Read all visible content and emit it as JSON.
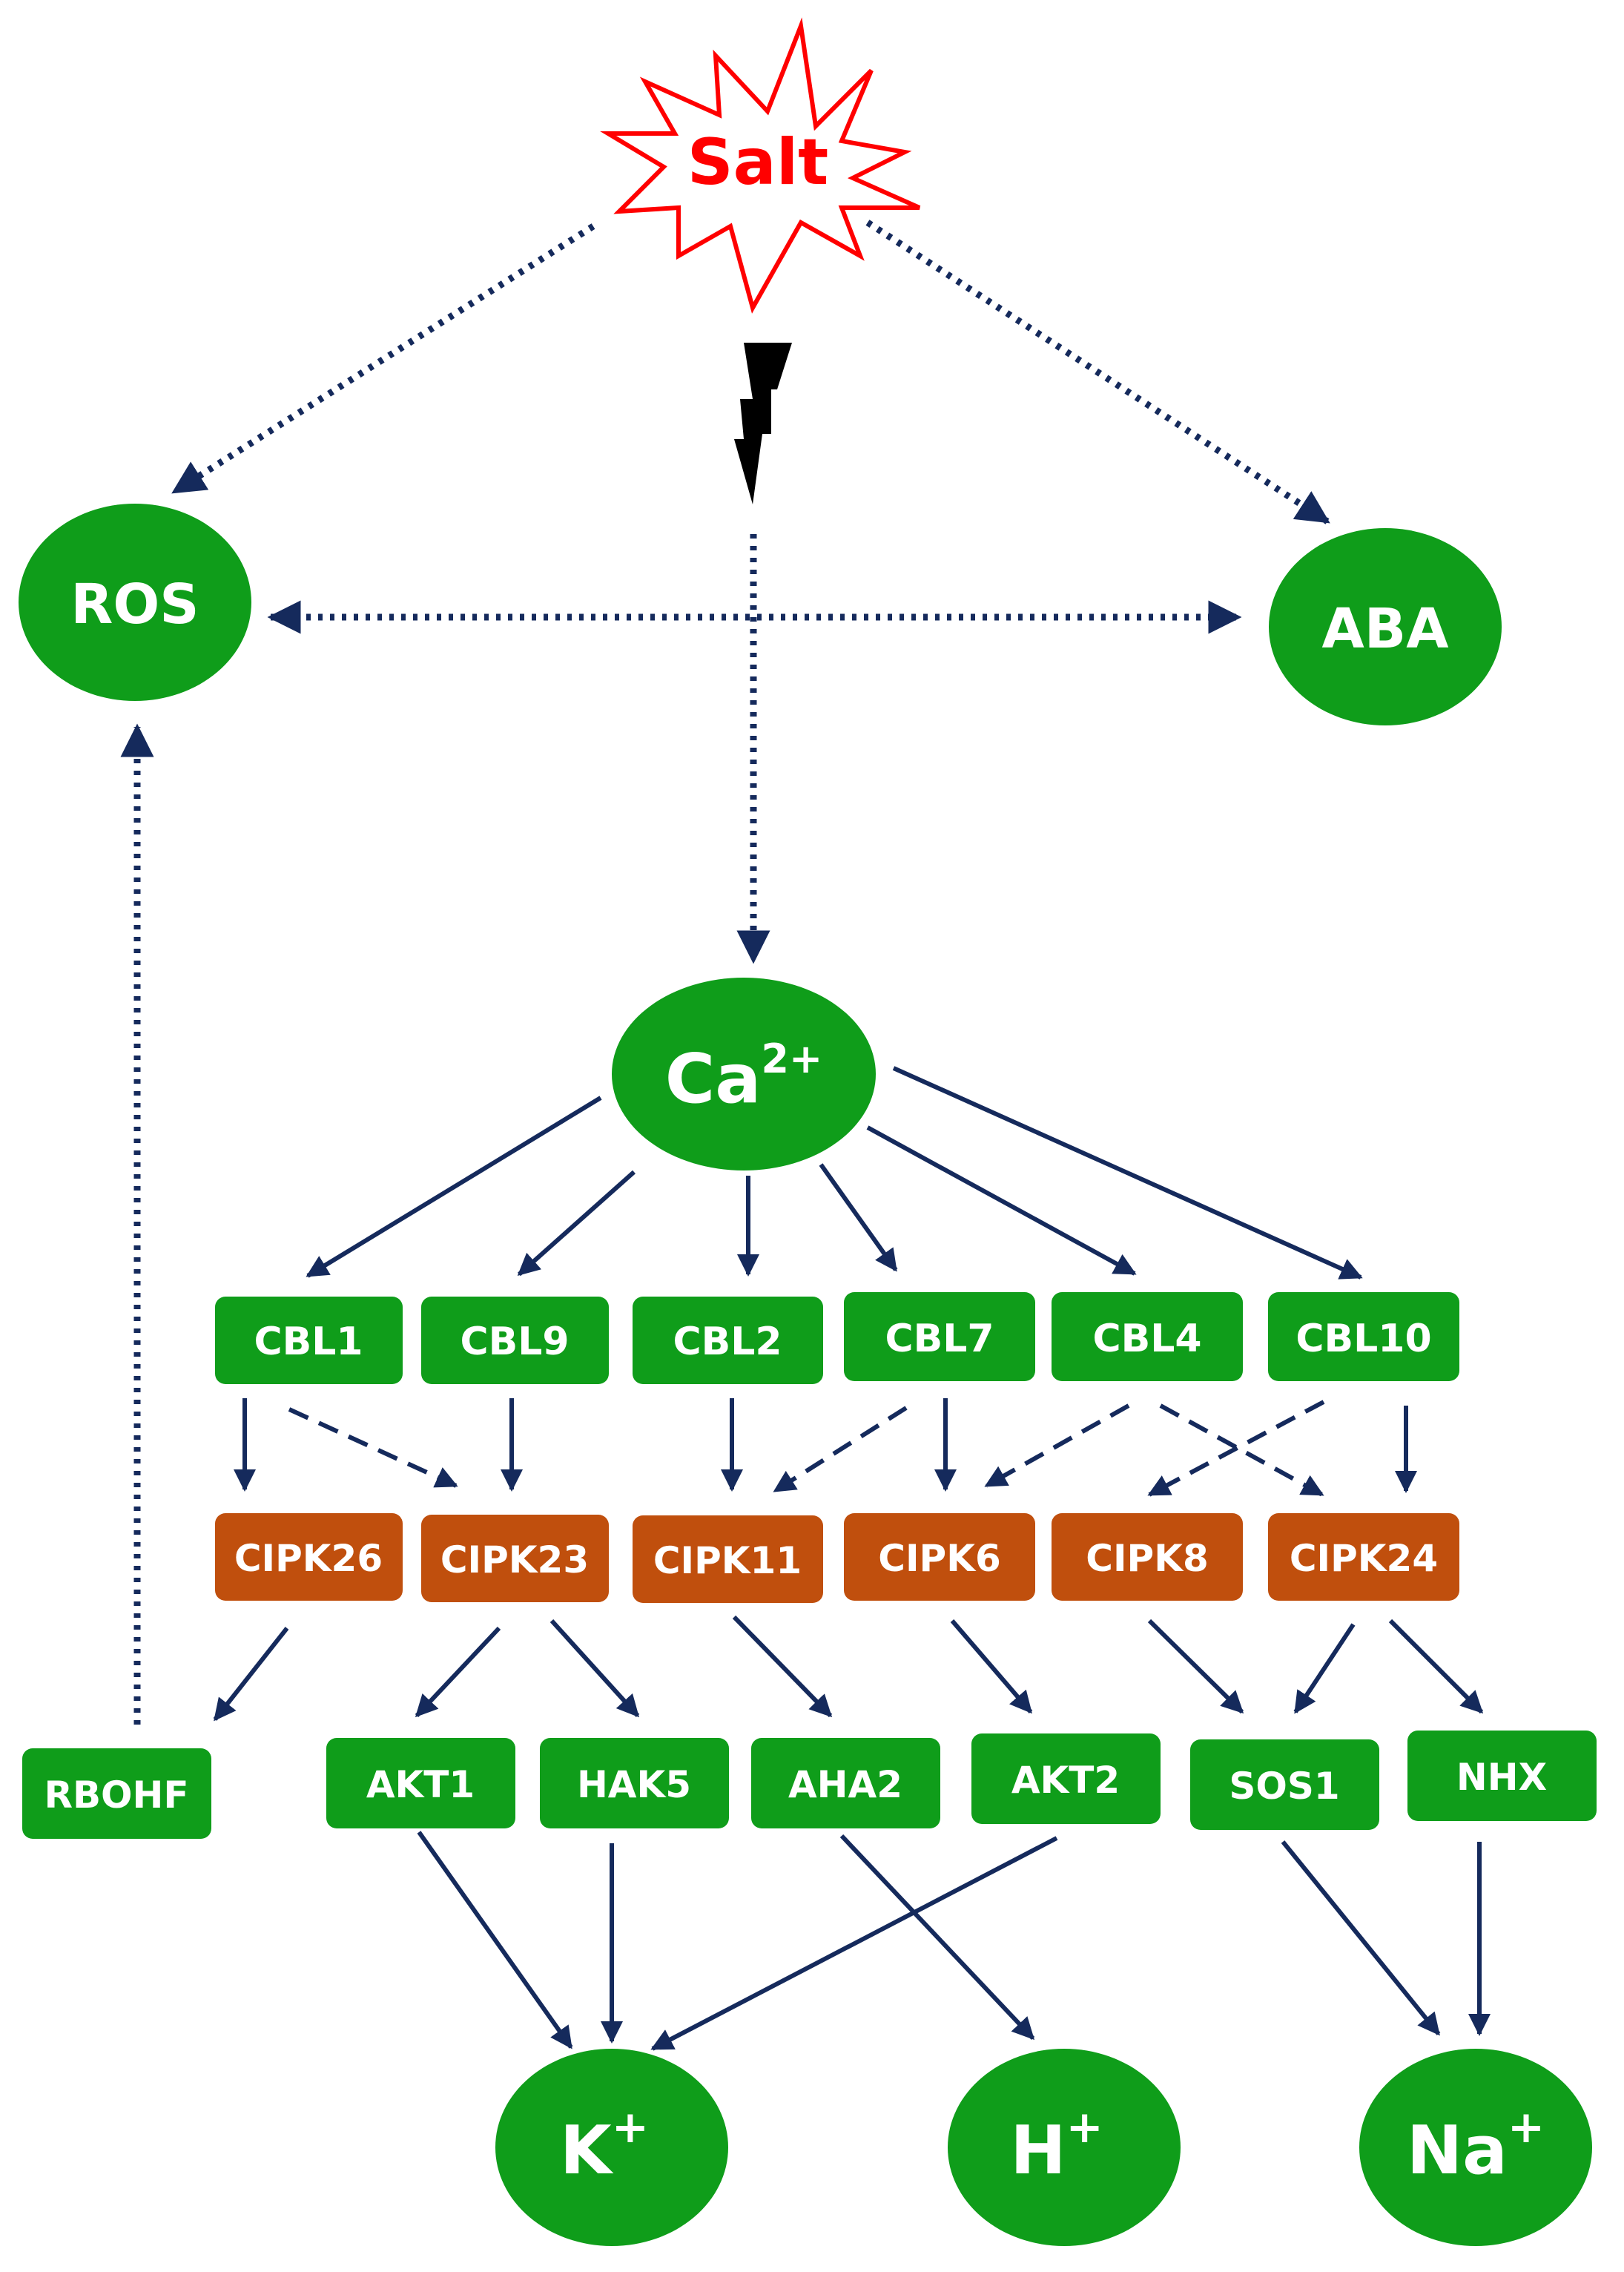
{
  "colors": {
    "node_green": "#0f9d1a",
    "node_orange": "#c04f0d",
    "arrow_navy": "#152a5c",
    "salt_red": "#ff0000",
    "bolt_black": "#000000"
  },
  "stimulus": {
    "label": "Salt"
  },
  "signals": {
    "ros": "ROS",
    "aba": "ABA",
    "ca_base": "Ca",
    "ca_charge": "2+"
  },
  "cbl": [
    "CBL1",
    "CBL9",
    "CBL2",
    "CBL7",
    "CBL4",
    "CBL10"
  ],
  "cipk": [
    "CIPK26",
    "CIPK23",
    "CIPK11",
    "CIPK6",
    "CIPK8",
    "CIPK24"
  ],
  "targets": {
    "rbohf": "RBOHF",
    "akt1": "AKT1",
    "hak5": "HAK5",
    "aha2": "AHA2",
    "akt2": "AKT2",
    "sos1": "SOS1",
    "nhx": "NHX"
  },
  "ions": {
    "k_base": "K",
    "k_charge": "+",
    "h_base": "H",
    "h_charge": "+",
    "na_base": "Na",
    "na_charge": "+"
  }
}
